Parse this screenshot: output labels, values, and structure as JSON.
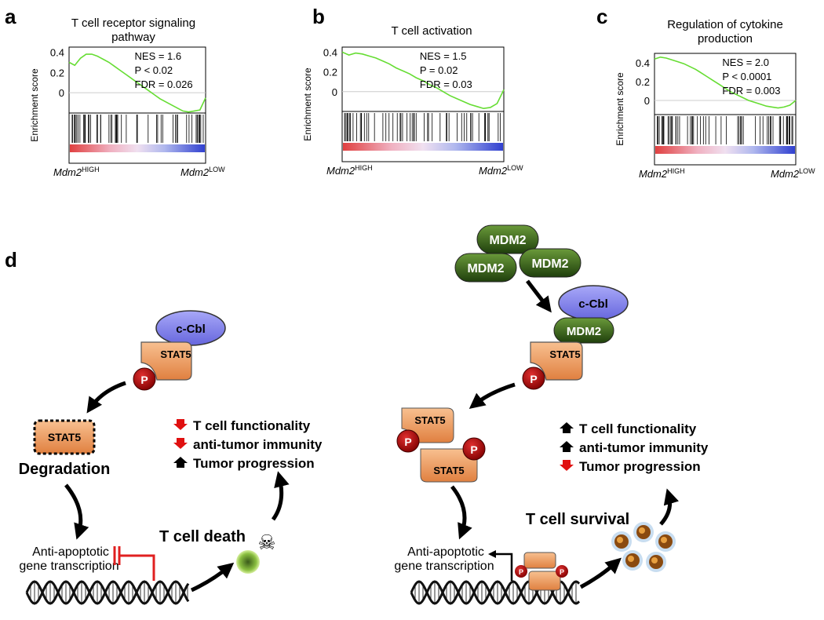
{
  "panels": {
    "a": "a",
    "b": "b",
    "c": "c",
    "d": "d"
  },
  "chart_data": [
    {
      "type": "line",
      "title": "T cell receptor signaling pathway",
      "title_lines": [
        "T cell receptor signaling",
        "pathway"
      ],
      "ylabel": "Enrichment score",
      "y_ticks": [
        "0.4",
        "0.2",
        "0"
      ],
      "ylim": [
        -0.2,
        0.45
      ],
      "x_left_label": "Mdm2",
      "x_left_sup": "HIGH",
      "x_right_label": "Mdm2",
      "x_right_sup": "LOW",
      "stats": [
        "NES = 1.6",
        "P < 0.02",
        "FDR = 0.026"
      ],
      "series": [
        {
          "values": [
            0.3,
            0.27,
            0.34,
            0.38,
            0.38,
            0.36,
            0.33,
            0.3,
            0.26,
            0.22,
            0.18,
            0.14,
            0.1,
            0.06,
            0.02,
            -0.02,
            -0.06,
            -0.09,
            -0.12,
            -0.15,
            -0.18,
            -0.19,
            -0.18,
            -0.17,
            -0.05
          ]
        }
      ],
      "color": "#66dd33"
    },
    {
      "type": "line",
      "title": "T cell activation",
      "title_lines": [
        "T cell activation"
      ],
      "ylabel": "Enrichment score",
      "y_ticks": [
        "0.4",
        "0.2",
        "0"
      ],
      "ylim": [
        -0.2,
        0.45
      ],
      "x_left_label": "Mdm2",
      "x_left_sup": "HIGH",
      "x_right_label": "Mdm2",
      "x_right_sup": "LOW",
      "stats": [
        "NES = 1.5",
        "P = 0.02",
        "FDR = 0.03"
      ],
      "series": [
        {
          "values": [
            0.4,
            0.37,
            0.39,
            0.38,
            0.36,
            0.34,
            0.31,
            0.28,
            0.24,
            0.21,
            0.18,
            0.14,
            0.11,
            0.07,
            0.04,
            0.0,
            -0.04,
            -0.07,
            -0.1,
            -0.13,
            -0.15,
            -0.17,
            -0.16,
            -0.12,
            0.02
          ]
        }
      ],
      "color": "#66dd33"
    },
    {
      "type": "line",
      "title": "Regulation of cytokine production",
      "title_lines": [
        "Regulation of cytokine",
        "production"
      ],
      "ylabel": "Enrichment score",
      "y_ticks": [
        "0.4",
        "0.2",
        "0"
      ],
      "ylim": [
        -0.15,
        0.5
      ],
      "x_left_label": "Mdm2",
      "x_left_sup": "HIGH",
      "x_right_label": "Mdm2",
      "x_right_sup": "LOW",
      "stats": [
        "NES = 2.0",
        "P < 0.0001",
        "FDR = 0.003"
      ],
      "series": [
        {
          "values": [
            0.44,
            0.46,
            0.45,
            0.43,
            0.41,
            0.39,
            0.36,
            0.33,
            0.29,
            0.25,
            0.21,
            0.17,
            0.13,
            0.09,
            0.06,
            0.03,
            0.0,
            -0.02,
            -0.04,
            -0.06,
            -0.07,
            -0.08,
            -0.07,
            -0.05,
            0.0
          ]
        }
      ],
      "color": "#66dd33"
    }
  ],
  "diagram": {
    "left": {
      "ccbl": "c-Cbl",
      "stat5": "STAT5",
      "p": "P",
      "degraded_stat5": "STAT5",
      "degradation": "Degradation",
      "effects": [
        "T cell functionality",
        "anti-tumor immunity",
        "Tumor progression"
      ],
      "effect_dirs": [
        "down",
        "down",
        "up"
      ],
      "gene_lines": [
        "Anti-apoptotic",
        "gene transcription"
      ],
      "death": "T cell death"
    },
    "right": {
      "mdm2": "MDM2",
      "ccbl": "c-Cbl",
      "stat5": "STAT5",
      "p": "P",
      "effects": [
        "T cell functionality",
        "anti-tumor immunity",
        "Tumor progression"
      ],
      "effect_dirs": [
        "up",
        "up",
        "down"
      ],
      "gene_lines": [
        "Anti-apoptotic",
        "gene transcription"
      ],
      "survival": "T cell survival"
    },
    "colors": {
      "stat5": "#f0a060",
      "ccbl": "#8888ee",
      "mdm2": "#3d6b1f",
      "phospho": "#b01010",
      "down_arrow": "#e01010",
      "up_arrow": "#000000"
    }
  }
}
